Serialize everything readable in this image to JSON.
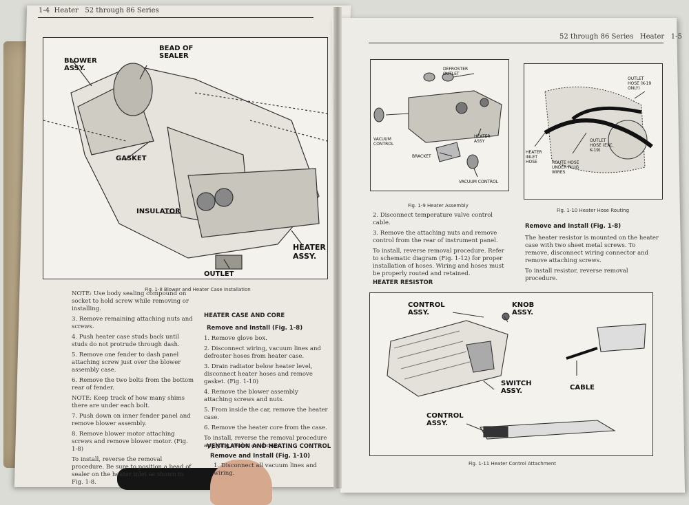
{
  "left_page": {
    "header_page": "1-4",
    "header_section": "Heater",
    "header_series": "52 through 86 Series",
    "figure_labels": {
      "blower": "BLOWER\nASSY.",
      "bead": "BEAD OF\nSEALER",
      "gasket": "GASKET",
      "insulator": "INSULATOR",
      "heater": "HEATER\nASSY.",
      "outlet": "OUTLET"
    },
    "figure_caption": "Fig. 1-8  Blower and Heater Case Installation",
    "col1": [
      "NOTE: Use body sealing compound on socket to hold screw while removing or installing.",
      "3. Remove remaining attaching nuts and screws.",
      "4. Push heater case studs back until studs do not protrude through dash.",
      "5. Remove one fender to dash panel attaching screw just over the blower assembly case.",
      "6. Remove the two bolts from the bottom rear of fender.",
      "NOTE: Keep track of how many shims there are under each bolt.",
      "7. Push down on inner fender panel and remove blower assembly.",
      "8. Remove blower motor attaching screws and remove blower motor. (Fig. 1-8)",
      "To install, reverse the removal procedure. Be sure to position a bead of sealer on the heater inlet as shown in Fig. 1-8."
    ],
    "col2_heading1": "HEATER CASE AND CORE",
    "col2_sub1": "Remove and Install (Fig. 1-8)",
    "col2": [
      "1. Remove glove box.",
      "2. Disconnect wiring, vacuum lines and defroster hoses from heater case.",
      "3. Drain radiator below heater level, disconnect heater hoses and remove gasket. (Fig. 1-10)",
      "4. Remove the blower assembly attaching screws and nuts.",
      "5. From inside the car, remove the heater case.",
      "6. Remove the heater core from the case.",
      "To install, reverse the removal procedure applying sealer as shown."
    ],
    "col2_heading2": "VENTILATION AND HEATING CONTROL",
    "col2_sub2": "Remove and Install (Fig. 1-10)",
    "col2_tail": "1. Disconnect all vacuum lines and wiring."
  },
  "right_page": {
    "header_series": "52 through 86 Series",
    "header_section": "Heater",
    "header_page": "1-5",
    "fig9_labels": {
      "defroster": "DEFROSTER\nOUTLET",
      "vacuum_control_left": "VACUUM\nCONTROL",
      "heater": "HEATER\nASSY",
      "bracket": "BRACKET",
      "vacuum_control": "VACUUM CONTROL"
    },
    "fig9_caption": "Fig. 1-9  Heater Assembly",
    "fig10_labels": {
      "outlet_hose": "OUTLET\nHOSE (K-19\nONLY)",
      "outlet_hose2": "OUTLET\nHOSE (EXC.\nK-19)",
      "inlet_hose": "HEATER\nINLET\nHOSE",
      "route": "ROUTE HOSE\nUNDER PLUG\nWIRES"
    },
    "fig10_caption": "Fig. 1-10  Heater Hose Routing",
    "col1": [
      "2. Disconnect temperature valve control cable.",
      "3. Remove the attaching nuts and remove control from the rear of instrument panel.",
      "To install, reverse removal procedure. Refer to schematic diagram (Fig. 1-12) for proper installation of hoses. Wiring and hoses must be properly routed and retained."
    ],
    "col1_heading": "HEATER RESISTOR",
    "col2_sub": "Remove and Install (Fig. 1-8)",
    "col2": [
      "The heater resistor is mounted on the heater case with two sheet metal screws. To remove, disconnect wiring connector and remove attaching screws.",
      "To install resistor, reverse removal procedure."
    ],
    "fig11_labels": {
      "control_assy_top": "CONTROL\nASSY.",
      "knob": "KNOB\nASSY.",
      "switch": "SWITCH\nASSY.",
      "cable": "CABLE",
      "control_assy_bottom": "CONTROL\nASSY."
    },
    "fig11_caption": "Fig. 1-11  Heater Control Attachment"
  }
}
